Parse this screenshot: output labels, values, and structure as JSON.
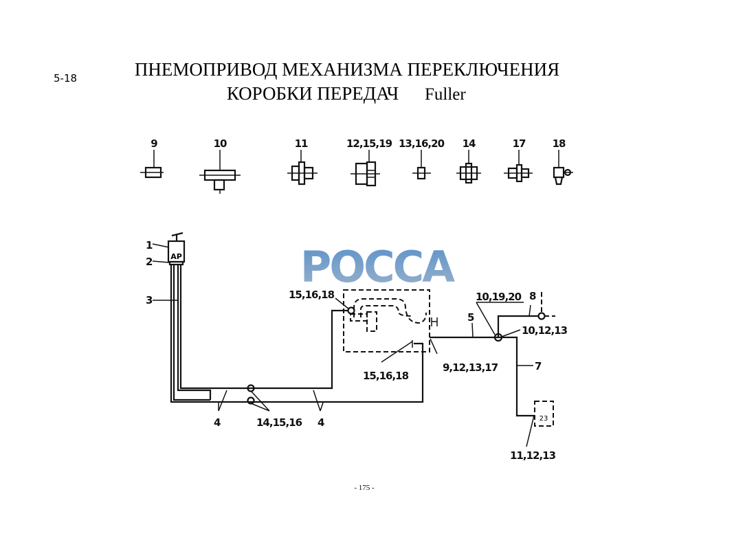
{
  "page_code": "5-18",
  "title_line1": "ПНЕМОПРИВОД  МЕХАНИЗМА  ПЕРЕКЛЮЧЕНИЯ",
  "title_line2": "КОРОБКИ  ПЕРЕДАЧ",
  "title_brand": "Fuller",
  "watermark": "РОССА",
  "colors": {
    "watermark": "#5b8fc4",
    "ink": "#111111"
  },
  "parts": [
    "9",
    "10",
    "11",
    "12,15,19",
    "13,16,20",
    "14",
    "17",
    "18"
  ],
  "valve_label": "AP",
  "box_label": "23",
  "callouts": {
    "c1": "1",
    "c2": "2",
    "c3": "3",
    "c4a": "4",
    "c4b": "4",
    "c141516": "14,15,16",
    "c151618_top": "15,16,18",
    "c151618_bottom": "15,16,18",
    "c5": "5",
    "c101920": "10,19,20",
    "c8": "8",
    "c101213": "10,12,13",
    "c7": "7",
    "c9121317": "9,12,13,17",
    "c111213": "11,12,13"
  },
  "footer": "- 175 -"
}
